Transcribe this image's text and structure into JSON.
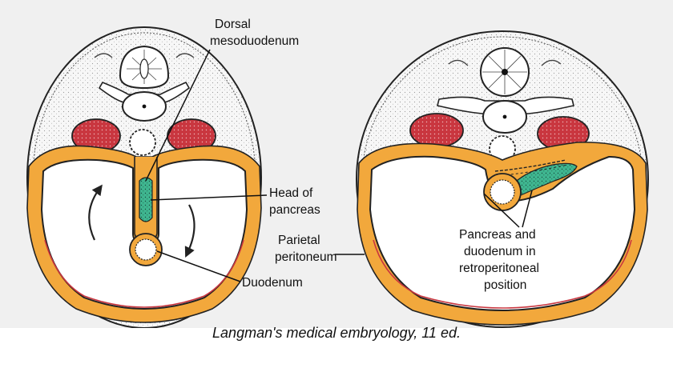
{
  "labels": {
    "dorsal_mesoduodenum_1": "Dorsal",
    "dorsal_mesoduodenum_2": "mesoduodenum",
    "head_of_pancreas_1": "Head of",
    "head_of_pancreas_2": "pancreas",
    "parietal_peritoneum_1": "Parietal",
    "parietal_peritoneum_2": "peritoneum",
    "duodenum": "Duodenum",
    "retro_1": "Pancreas and",
    "retro_2": "duodenum in",
    "retro_3": "retroperitoneal",
    "retro_4": "position"
  },
  "caption": "Langman's medical embryology, 11 ed.",
  "colors": {
    "body_fill": "#f4f4f4",
    "peritoneum_orange": "#f2a83c",
    "kidney_red": "#c9363f",
    "pancreas_green": "#3fb690",
    "outline": "#222222",
    "panel_background": "#f0f0f0"
  }
}
